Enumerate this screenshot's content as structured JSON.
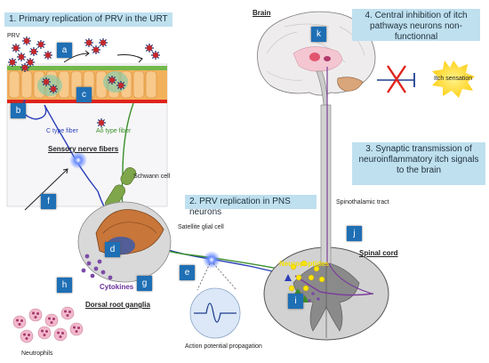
{
  "steps": {
    "s1": "1. Primary replication of PRV in the URT",
    "s2": "2. PRV replication in PNS neurons",
    "s3": "3. Synaptic transmission of neuroinflammatory itch signals to the brain",
    "s4": "4. Central inhibition of itch pathways neurons non-functionnal"
  },
  "labels": {
    "prv": "PRV",
    "c_fiber": "C type fiber",
    "ad_fiber": "Aδ type fiber",
    "sensory": "Sensory nerve fibers",
    "schwann": "Schwann cell",
    "satellite": "Satellite glial cell",
    "drg": "Dorsal root ganglia",
    "cytokines": "Cytokines",
    "neutrophils": "Neutrophils",
    "action": "Action potential propagation",
    "brain": "Brain",
    "spinothalamic": "Spinothalamic tract",
    "spinal": "Spinal cord",
    "neuropeptides": "Neuropeptides",
    "itch": "Itch sensation"
  },
  "tags": [
    "a",
    "b",
    "c",
    "d",
    "e",
    "f",
    "g",
    "h",
    "i",
    "j",
    "k"
  ],
  "colors": {
    "box": "#bfe0ef",
    "tag": "#1f6fb5",
    "c_fiber": "#2c3fb8",
    "ad_fiber": "#3a8f2a",
    "tract": "#7a3f9a",
    "itch": "#ffd21f",
    "virus": "#c0282e"
  }
}
